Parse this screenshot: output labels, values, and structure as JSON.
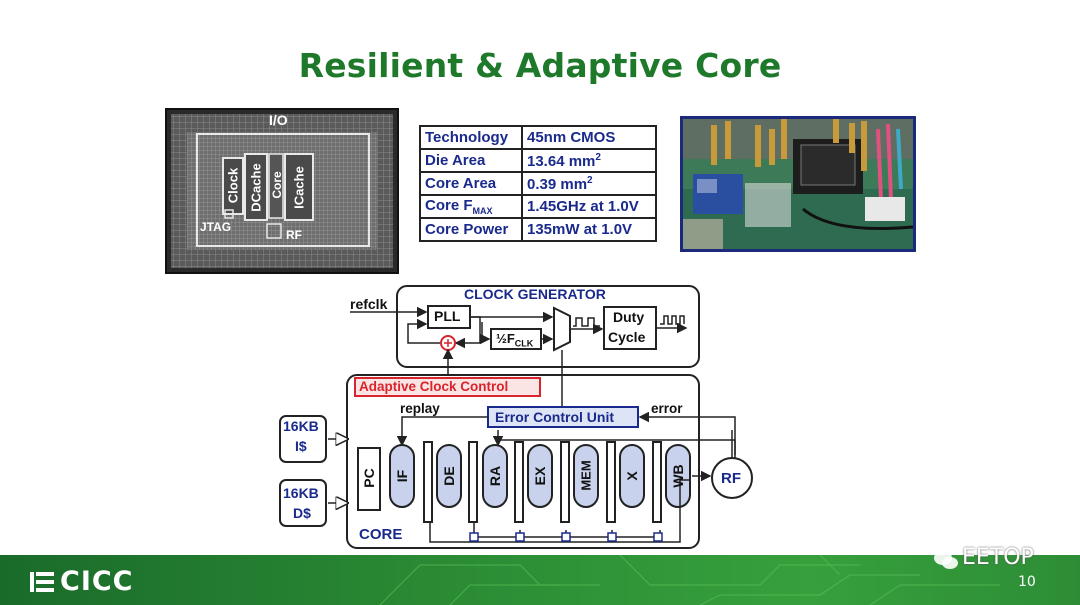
{
  "slide": {
    "title": "Resilient & Adaptive Core",
    "page_number": "10"
  },
  "die_photo": {
    "labels": {
      "io": "I/O",
      "clock": "Clock",
      "dcache": "DCache",
      "core": "Core",
      "icache": "ICache",
      "jtag": "JTAG",
      "rf": "RF"
    }
  },
  "specs": {
    "rows": [
      {
        "key": "Technology",
        "value": "45nm CMOS"
      },
      {
        "key": "Die Area",
        "value": "13.64 mm",
        "value_sup": "2"
      },
      {
        "key": "Core Area",
        "value": "0.39 mm",
        "value_sup": "2"
      },
      {
        "key": "Core F",
        "key_sub": "MAX",
        "value": "1.45GHz at 1.0V"
      },
      {
        "key": "Core Power",
        "value": "135mW at 1.0V"
      }
    ]
  },
  "diagram": {
    "clock_generator": "CLOCK GENERATOR",
    "refclk": "refclk",
    "pll": "PLL",
    "half_fclk_prefix": "½F",
    "half_fclk_sub": "CLK",
    "duty_cycle_1": "Duty",
    "duty_cycle_2": "Cycle",
    "adaptive_clock_control": "Adaptive Clock Control",
    "error_control_unit": "Error Control Unit",
    "replay": "replay",
    "error": "error",
    "icache_1": "16KB",
    "icache_2": "I$",
    "dcache_1": "16KB",
    "dcache_2": "D$",
    "pc": "PC",
    "stages": [
      "IF",
      "DE",
      "RA",
      "EX",
      "MEM",
      "X",
      "WB"
    ],
    "rf": "RF",
    "core": "CORE"
  },
  "footer": {
    "logo": "CICC",
    "watermark": "EETOP"
  },
  "colors": {
    "title_green": "#1e7a2a",
    "label_blue": "#1a2a8c",
    "adaptive_red": "#d8242c",
    "footer_green": "#2a8a34"
  }
}
